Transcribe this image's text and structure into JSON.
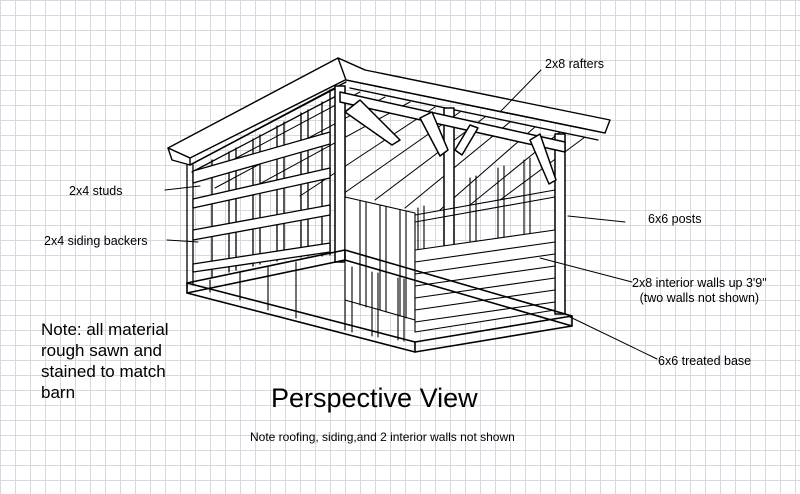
{
  "labels": {
    "rafters": "2x8 rafters",
    "studs": "2x4 studs",
    "siding_backers": "2x4 siding backers",
    "posts": "6x6 posts",
    "interior_walls_line1": "2x8 interior walls up 3'9\"",
    "interior_walls_line2": "(two walls not shown)",
    "base": "6x6 treated base"
  },
  "note": {
    "lines": [
      "Note: all material",
      "rough sawn and",
      "stained to match",
      "barn"
    ]
  },
  "title": "Perspective View",
  "subtitle": "Note roofing, siding,and 2 interior walls not shown",
  "colors": {
    "grid": "#d8d8e2",
    "ink": "#000000",
    "background": "#ffffff"
  }
}
